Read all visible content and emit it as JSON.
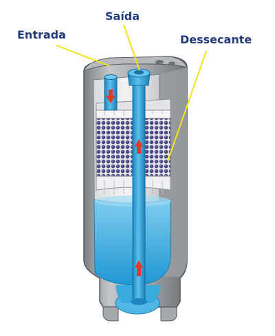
{
  "labels": {
    "outlet": "Saída",
    "inlet": "Entrada",
    "desiccant": "Dessecante"
  },
  "colors": {
    "label_text": "#233a7c",
    "callout_line": "#f2e31c",
    "liquid": "#3aa9dc",
    "pipe": "#2f9fd4",
    "shell": "#9b9ea3",
    "desiccant_bead": "#3f3b74",
    "flow_arrow": "#e23a2a"
  },
  "icons": [
    "inlet-flow-arrow-icon",
    "outlet-flow-arrow-icon",
    "liquid-flow-arrow-icon"
  ]
}
